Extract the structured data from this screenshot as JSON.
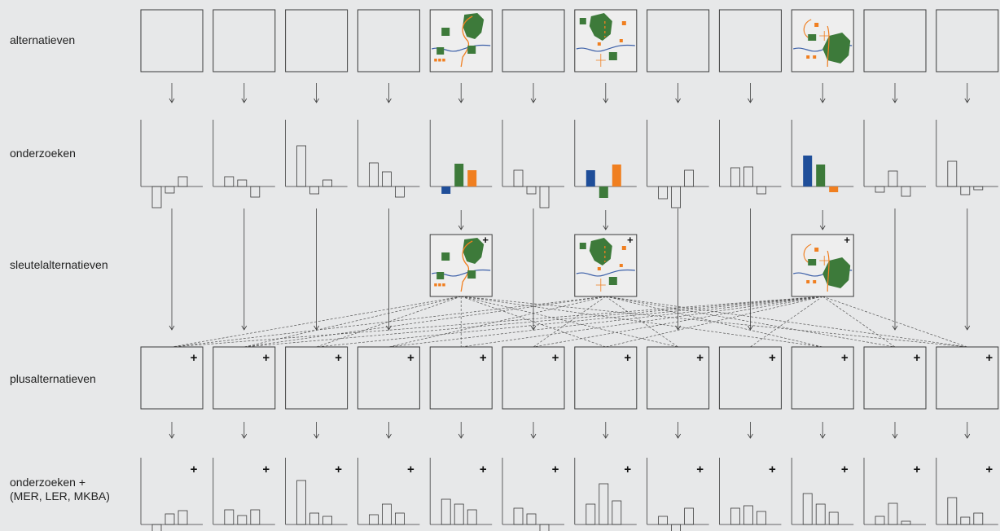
{
  "rows": {
    "alternatives": {
      "label": "alternatieven"
    },
    "studies": {
      "label": "onderzoeken"
    },
    "key_alternatives": {
      "label": "sleutelalternatieven"
    },
    "plus_alternatives": {
      "label": "plusalternatieven"
    },
    "studies_plus": {
      "label": "onderzoeken +\n(MER, LER, MKBA)"
    }
  },
  "plus_mark": "+",
  "colors": {
    "background": "#e7e8e9",
    "line": "#3a3a3a",
    "blue": "#1f4e99",
    "green": "#3d7a3a",
    "orange": "#f07f20",
    "river": "#3b5fa8"
  },
  "columns": 12,
  "map_columns": [
    4,
    6,
    9
  ],
  "study_bars": [
    [
      -26,
      -8,
      12
    ],
    [
      12,
      8,
      -13
    ],
    [
      50,
      -9,
      8
    ],
    [
      29,
      18,
      -13
    ],
    [
      -9,
      28,
      20
    ],
    [
      20,
      -9,
      -26
    ],
    [
      20,
      -14,
      27
    ],
    [
      -15,
      -26,
      20
    ],
    [
      23,
      24,
      -9
    ],
    [
      38,
      27,
      -7
    ],
    [
      -7,
      19,
      -12
    ],
    [
      31,
      -10,
      -4
    ]
  ],
  "highlight_bar_colors": {
    "4": [
      "blue",
      "green",
      "orange"
    ],
    "6": [
      "blue",
      "green",
      "orange"
    ],
    "9": [
      "blue",
      "green",
      "orange"
    ]
  },
  "plus_study_bars": [
    [
      -10,
      13,
      17
    ],
    [
      18,
      11,
      18
    ],
    [
      54,
      14,
      10
    ],
    [
      12,
      25,
      14
    ],
    [
      31,
      25,
      18
    ],
    [
      20,
      13,
      -10
    ],
    [
      25,
      50,
      29
    ],
    [
      10,
      -10,
      20
    ],
    [
      20,
      23,
      16
    ],
    [
      38,
      25,
      15
    ],
    [
      10,
      26,
      4
    ],
    [
      33,
      9,
      14
    ]
  ],
  "cross_links": [
    [
      4,
      0
    ],
    [
      4,
      1
    ],
    [
      4,
      2
    ],
    [
      4,
      4
    ],
    [
      4,
      6
    ],
    [
      4,
      7
    ],
    [
      4,
      9
    ],
    [
      4,
      11
    ],
    [
      6,
      0
    ],
    [
      6,
      1
    ],
    [
      6,
      3
    ],
    [
      6,
      5
    ],
    [
      6,
      7
    ],
    [
      6,
      9
    ],
    [
      6,
      10
    ],
    [
      6,
      11
    ],
    [
      9,
      0
    ],
    [
      9,
      1
    ],
    [
      9,
      2
    ],
    [
      9,
      3
    ],
    [
      9,
      4
    ],
    [
      9,
      5
    ],
    [
      9,
      6
    ],
    [
      9,
      8
    ],
    [
      9,
      10
    ],
    [
      9,
      11
    ]
  ]
}
